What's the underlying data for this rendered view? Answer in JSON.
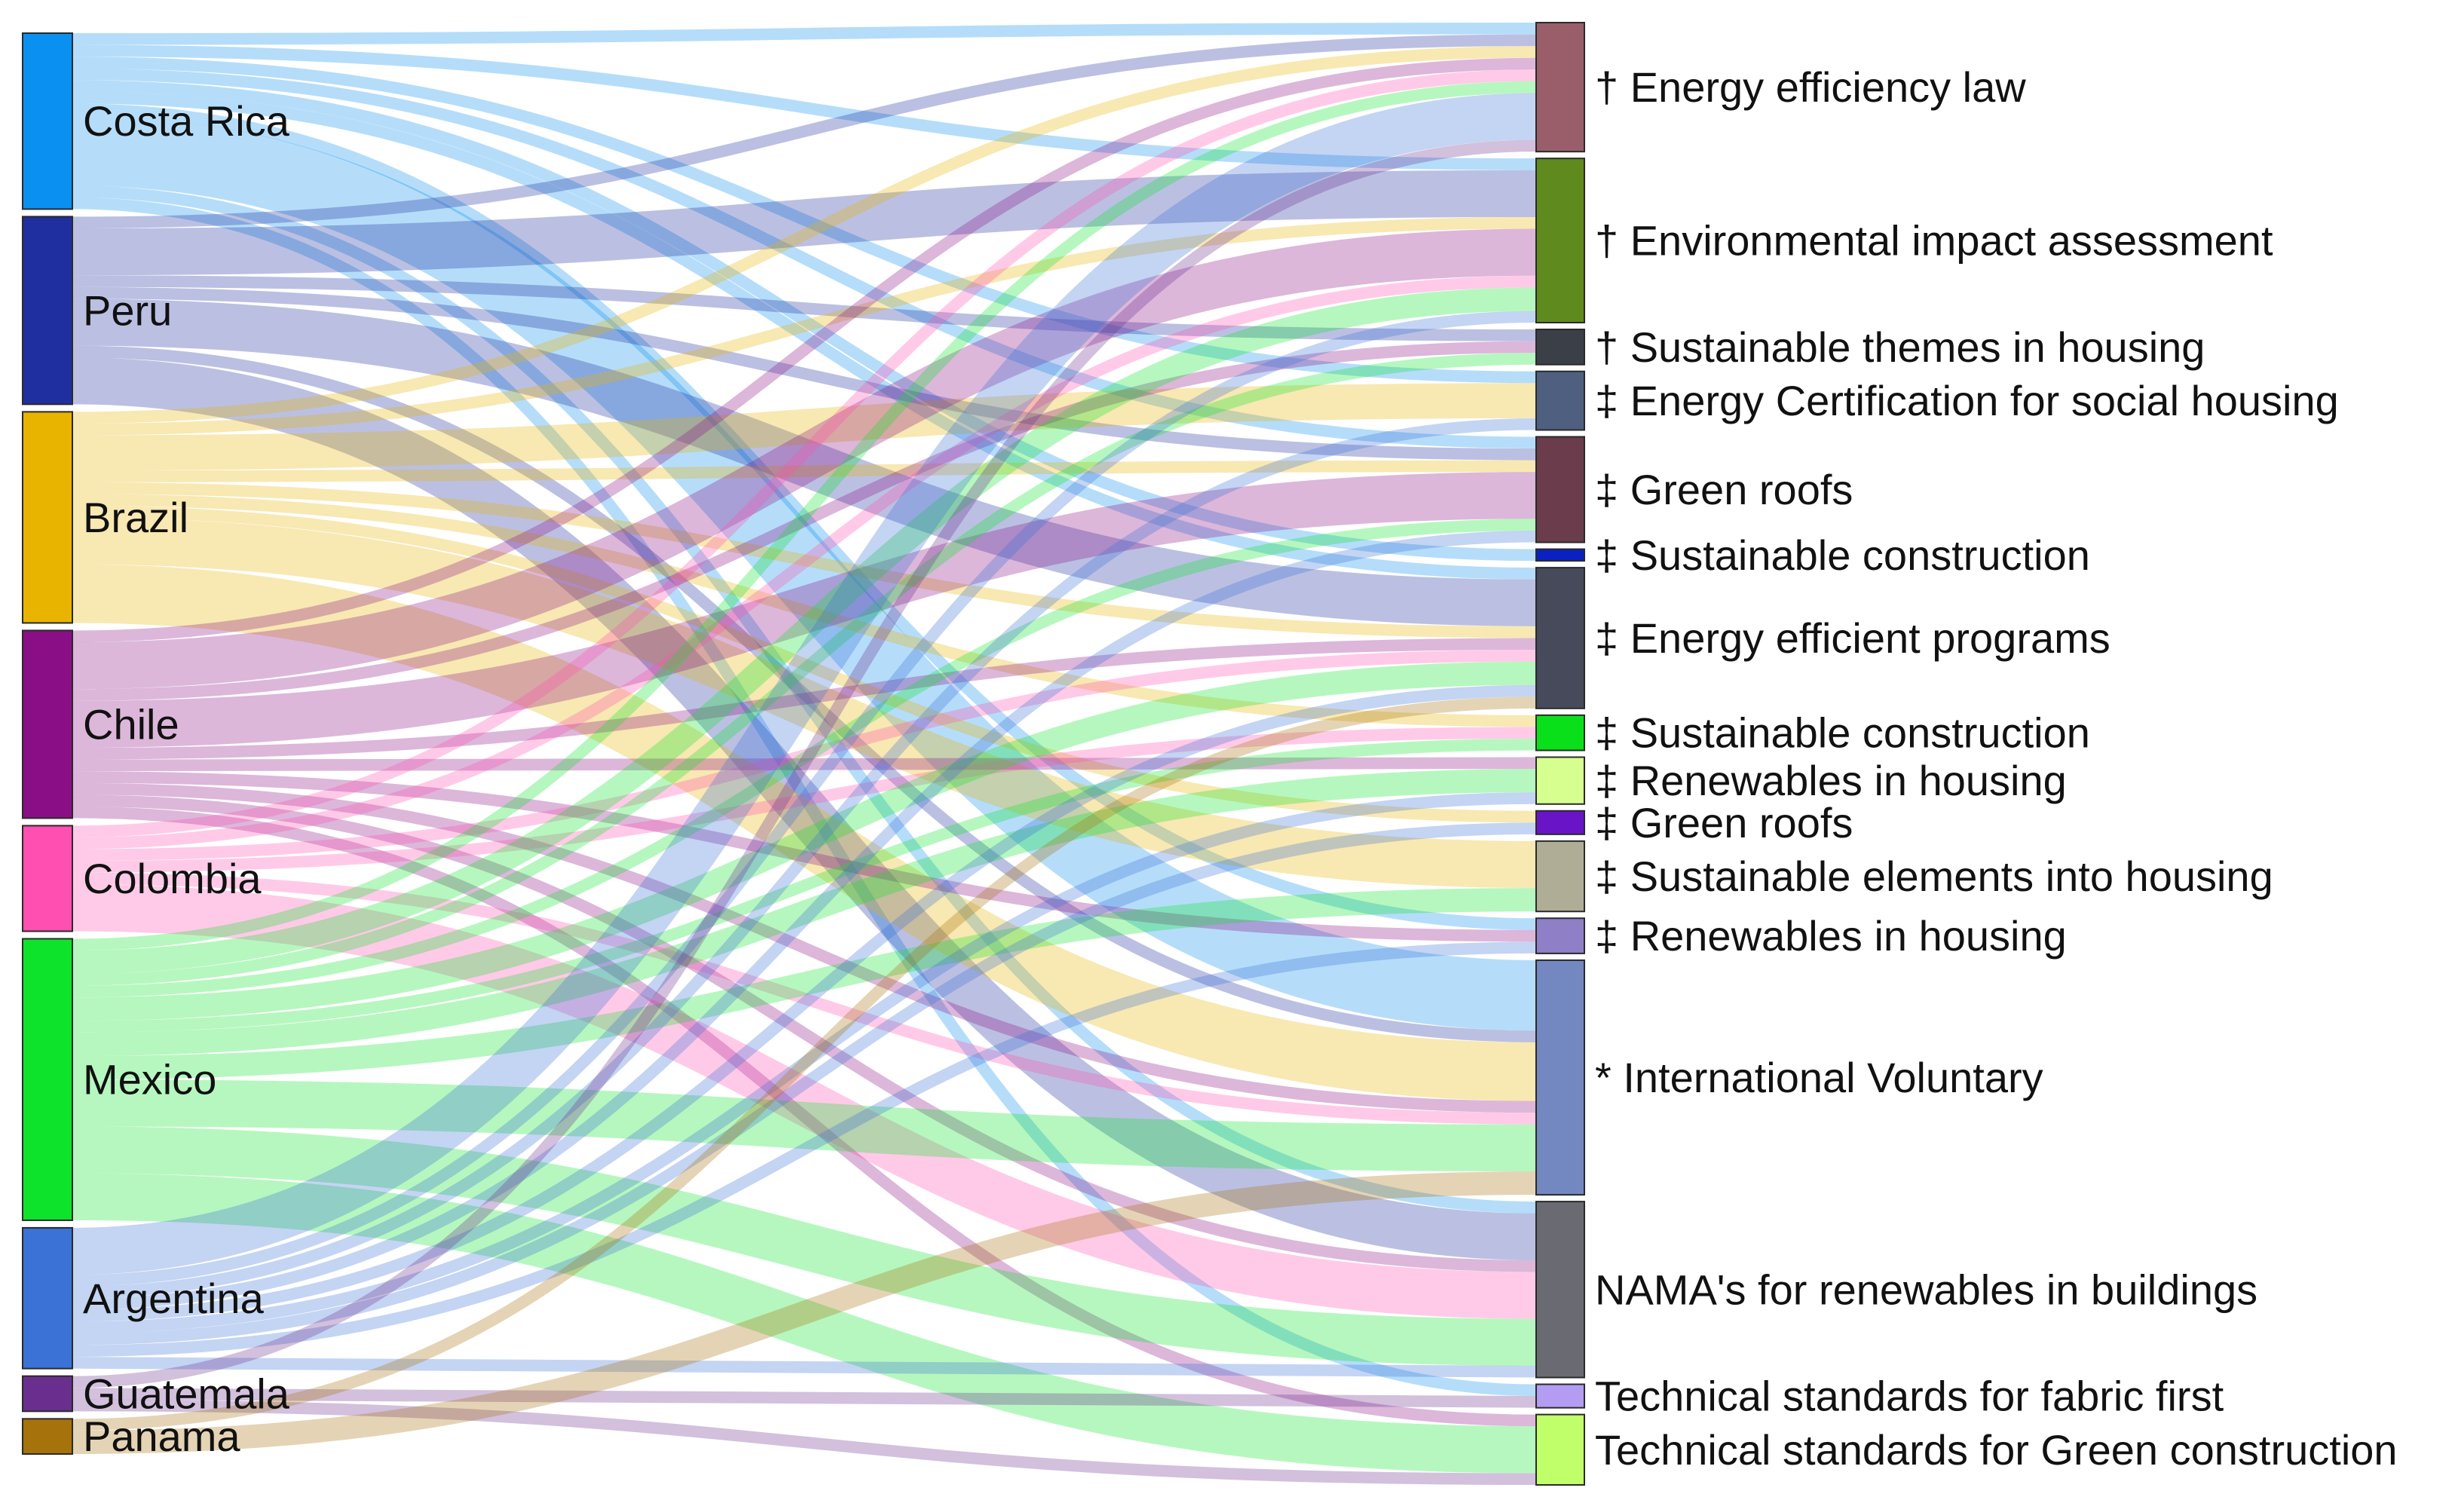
{
  "sources": [
    {
      "label": "Costa Rica",
      "color": "#0a90f0"
    },
    {
      "label": "Peru",
      "color": "#1f2fa0"
    },
    {
      "label": "Brazil",
      "color": "#e8b400"
    },
    {
      "label": "Chile",
      "color": "#8a0f86"
    },
    {
      "label": "Colombia",
      "color": "#ff4fb0"
    },
    {
      "label": "Mexico",
      "color": "#0ee32c"
    },
    {
      "label": "Argentina",
      "color": "#3a72d6"
    },
    {
      "label": "Guatemala",
      "color": "#6a2f8e"
    },
    {
      "label": "Panama",
      "color": "#a6720b"
    }
  ],
  "targets": [
    {
      "label": "† Energy efficiency law",
      "color": "#9a5e6a"
    },
    {
      "label": "† Environmental impact assessment",
      "color": "#5f8a1e"
    },
    {
      "label": "† Sustainable themes in housing",
      "color": "#3b3f47"
    },
    {
      "label": "‡ Energy Certification for social housing",
      "color": "#4f5f80"
    },
    {
      "label": "‡ Green roofs",
      "color": "#6a3c4c"
    },
    {
      "label": "‡ Sustainable construction",
      "color": "#0a20c0"
    },
    {
      "label": "‡ Energy efficient programs",
      "color": "#474a5a"
    },
    {
      "label": "‡ Sustainable construction",
      "color": "#0ae01a"
    },
    {
      "label": "‡ Renewables in housing",
      "color": "#d6ff90"
    },
    {
      "label": "‡ Green roofs",
      "color": "#6a14c8"
    },
    {
      "label": "‡ Sustainable elements into housing",
      "color": "#b0ad96"
    },
    {
      "label": "‡ Renewables in housing",
      "color": "#8f7fc6"
    },
    {
      "label": "* International Voluntary",
      "color": "#7388c0"
    },
    {
      "label": "NAMA's for renewables in buildings",
      "color": "#6a6a72"
    },
    {
      "label": "Technical standards for fabric first",
      "color": "#b49cf2"
    },
    {
      "label": "Technical standards for Green construction",
      "color": "#c0ff6a"
    }
  ],
  "links": [
    [
      0,
      0,
      1
    ],
    [
      0,
      1,
      1
    ],
    [
      0,
      3,
      1
    ],
    [
      0,
      4,
      1
    ],
    [
      0,
      5,
      1
    ],
    [
      0,
      6,
      1
    ],
    [
      0,
      11,
      1
    ],
    [
      0,
      12,
      6
    ],
    [
      0,
      13,
      1
    ],
    [
      0,
      14,
      1
    ],
    [
      1,
      0,
      1
    ],
    [
      1,
      1,
      4
    ],
    [
      1,
      2,
      1
    ],
    [
      1,
      4,
      1
    ],
    [
      1,
      6,
      4
    ],
    [
      1,
      12,
      1
    ],
    [
      1,
      13,
      4
    ],
    [
      2,
      0,
      1
    ],
    [
      2,
      1,
      1
    ],
    [
      2,
      3,
      3
    ],
    [
      2,
      4,
      1
    ],
    [
      2,
      6,
      1
    ],
    [
      2,
      7,
      1
    ],
    [
      2,
      9,
      1
    ],
    [
      2,
      10,
      4
    ],
    [
      2,
      12,
      5
    ],
    [
      3,
      0,
      1
    ],
    [
      3,
      1,
      4
    ],
    [
      3,
      2,
      1
    ],
    [
      3,
      4,
      4
    ],
    [
      3,
      6,
      1
    ],
    [
      3,
      8,
      1
    ],
    [
      3,
      11,
      1
    ],
    [
      3,
      12,
      1
    ],
    [
      3,
      13,
      1
    ],
    [
      3,
      15,
      1
    ],
    [
      4,
      0,
      1
    ],
    [
      4,
      1,
      1
    ],
    [
      4,
      6,
      1
    ],
    [
      4,
      7,
      1
    ],
    [
      4,
      12,
      1
    ],
    [
      4,
      13,
      4
    ],
    [
      5,
      0,
      1
    ],
    [
      5,
      1,
      2
    ],
    [
      5,
      2,
      1
    ],
    [
      5,
      4,
      1
    ],
    [
      5,
      6,
      2
    ],
    [
      5,
      7,
      1
    ],
    [
      5,
      8,
      2
    ],
    [
      5,
      10,
      2
    ],
    [
      5,
      12,
      4
    ],
    [
      5,
      13,
      4
    ],
    [
      5,
      15,
      4
    ],
    [
      6,
      0,
      4
    ],
    [
      6,
      1,
      1
    ],
    [
      6,
      3,
      1
    ],
    [
      6,
      4,
      1
    ],
    [
      6,
      6,
      1
    ],
    [
      6,
      8,
      1
    ],
    [
      6,
      9,
      1
    ],
    [
      6,
      11,
      1
    ],
    [
      6,
      13,
      1
    ],
    [
      7,
      0,
      1
    ],
    [
      7,
      14,
      1
    ],
    [
      7,
      15,
      1
    ],
    [
      8,
      6,
      1
    ],
    [
      8,
      12,
      2
    ]
  ]
}
